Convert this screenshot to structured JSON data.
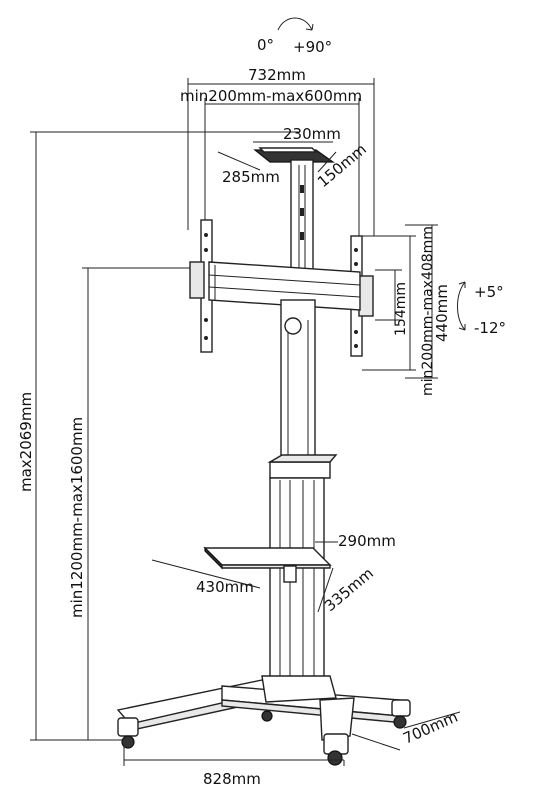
{
  "rotation": {
    "left": "0°",
    "right": "+90°"
  },
  "tilt": {
    "up": "+5°",
    "down": "-12°"
  },
  "dimensions": {
    "vesa_width_total": "732mm",
    "vesa_width_range": "min200mm-max600mm",
    "top_plate_width": "230mm",
    "top_plate_depth_a": "285mm",
    "top_plate_depth_b": "150mm",
    "arm_center_offset": "154mm",
    "vesa_height_range": "min200mm-max408mm",
    "arm_height": "440mm",
    "overall_max_height": "max2069mm",
    "mount_height_range": "min1200mm-max1600mm",
    "shelf_width": "290mm",
    "shelf_length": "430mm",
    "shelf_depth": "335mm",
    "base_width": "828mm",
    "base_depth": "700mm"
  }
}
